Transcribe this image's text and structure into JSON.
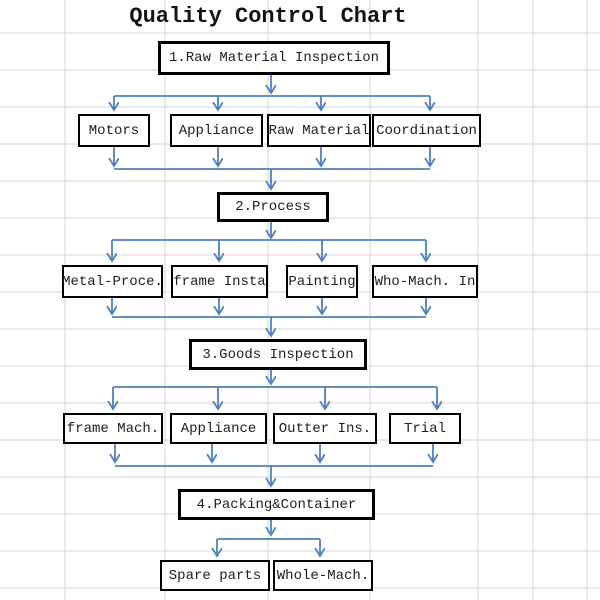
{
  "app": {
    "title": "Quality Control Chart"
  },
  "nodes": {
    "stage1": "1.Raw Material Inspection",
    "rm_motors": "Motors",
    "rm_appliance": "Appliance",
    "rm_raw_material": "Raw Material",
    "rm_coordination": "Coordination",
    "stage2": "2.Process",
    "pr_metal_processing": "Metal-Proce.",
    "pr_frame_installation": "frame Insta",
    "pr_painting": "Painting",
    "pr_whole_machine_inspection": "Who-Mach. In",
    "stage3": "3.Goods Inspection",
    "gi_frame_machine": "frame Mach.",
    "gi_appliance": "Appliance",
    "gi_outter_inspection": "Outter Ins.",
    "gi_trial": "Trial",
    "stage4": "4.Packing&Container",
    "pk_spare_parts": "Spare parts",
    "pk_whole_machine": "Whole-Mach."
  },
  "colors": {
    "arrow": "#4f81bd",
    "gridline": "#d4d4d4",
    "box_border": "#000000",
    "background": "#ffffff"
  }
}
